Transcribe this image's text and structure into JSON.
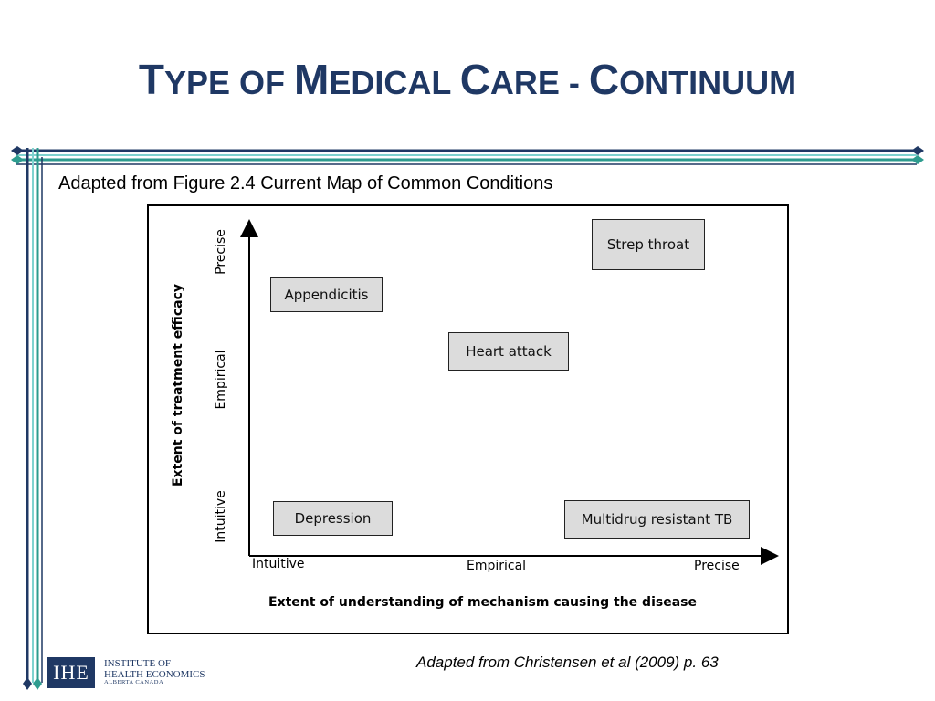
{
  "slide": {
    "title_parts": [
      {
        "text": "T",
        "big": true
      },
      {
        "text": "YPE OF ",
        "big": false
      },
      {
        "text": "M",
        "big": true
      },
      {
        "text": "EDICAL ",
        "big": false
      },
      {
        "text": "C",
        "big": true
      },
      {
        "text": "ARE - ",
        "big": false
      },
      {
        "text": "C",
        "big": true
      },
      {
        "text": "ONTINUUM",
        "big": false
      }
    ],
    "subtitle": "Adapted from Figure 2.4 Current Map of Common Conditions",
    "citation": "Adapted from Christensen et al (2009) p. 63"
  },
  "diagram": {
    "y_axis_title": "Extent of treatment efficacy",
    "y_levels": [
      "Intuitive",
      "Empirical",
      "Precise"
    ],
    "x_axis_title": "Extent of understanding of mechanism causing the disease",
    "x_levels": [
      "Intuitive",
      "Empirical",
      "Precise"
    ],
    "conditions": [
      {
        "label": "Strep throat"
      },
      {
        "label": "Appendicitis"
      },
      {
        "label": "Heart attack"
      },
      {
        "label": "Depression"
      },
      {
        "label": "Multidrug resistant TB"
      }
    ]
  },
  "logo": {
    "abbr": "IHE",
    "line1": "INSTITUTE OF",
    "line2": "HEALTH ECONOMICS",
    "line3": "ALBERTA CANADA"
  },
  "colors": {
    "title": "#1f3864",
    "frame_dark": "#1f3864",
    "frame_teal": "#2e9c8f",
    "frame_light": "#7fd3cf",
    "box_fill": "#dcdcdc"
  }
}
